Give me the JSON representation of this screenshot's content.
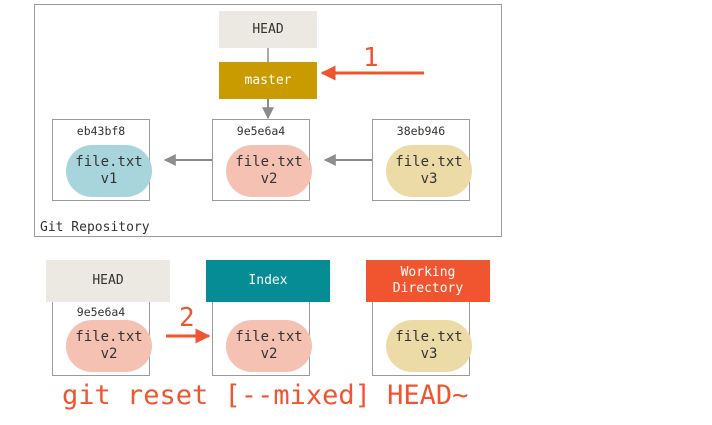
{
  "repository": {
    "label": "Git Repository",
    "head_label": "HEAD",
    "branch_label": "master",
    "commits": [
      {
        "id": "eb43bf8",
        "file": "file.txt",
        "version": "v1",
        "color": "#a8d5db"
      },
      {
        "id": "9e5e6a4",
        "file": "file.txt",
        "version": "v2",
        "color": "#f5c1b3"
      },
      {
        "id": "38eb946",
        "file": "file.txt",
        "version": "v3",
        "color": "#ecdba6"
      }
    ]
  },
  "trees": [
    {
      "label": "HEAD",
      "commit_id": "9e5e6a4",
      "file": "file.txt",
      "version": "v2",
      "color": "#ece9e2"
    },
    {
      "label": "Index",
      "file": "file.txt",
      "version": "v2",
      "color": "#058c95"
    },
    {
      "label_line1": "Working",
      "label_line2": "Directory",
      "file": "file.txt",
      "version": "v3",
      "color": "#f15530"
    }
  ],
  "steps": {
    "step1": "1",
    "step2": "2"
  },
  "command": "git reset [--mixed] HEAD~",
  "colors": {
    "accent": "#f15530",
    "frame": "#9a9a9a",
    "arrow": "#8c8c8c"
  }
}
